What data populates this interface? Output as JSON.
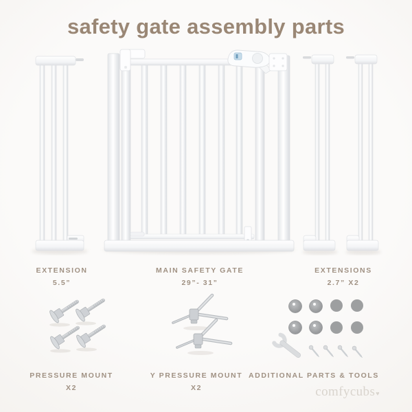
{
  "title": "safety gate assembly parts",
  "brand": {
    "name": "comfycubs",
    "mark": "♥"
  },
  "colors": {
    "title_text": "#9a8775",
    "label_text": "#a09183",
    "brand_text": "#d9d4cd",
    "background": "#f4f1ee",
    "gate_white": "#ffffff",
    "metal_gray": "#c9ccd0",
    "parts_gray": "#9d9fa0",
    "latch_blue": "#6d9cbc"
  },
  "parts": [
    {
      "id": "extension-5-5",
      "name": "EXTENSION",
      "size": "5.5”"
    },
    {
      "id": "main-safety-gate",
      "name": "MAIN SAFETY GATE",
      "size": "29”- 31”"
    },
    {
      "id": "extensions-2-7",
      "name": "EXTENSIONS",
      "size": "2.7” X2"
    },
    {
      "id": "pressure-mount",
      "name": "PRESSURE MOUNT",
      "size": "X2"
    },
    {
      "id": "y-pressure-mount",
      "name": "Y PRESSURE MOUNT",
      "size": "X2"
    },
    {
      "id": "additional-parts-tools",
      "name": "ADDITIONAL PARTS & TOOLS",
      "size": ""
    }
  ]
}
